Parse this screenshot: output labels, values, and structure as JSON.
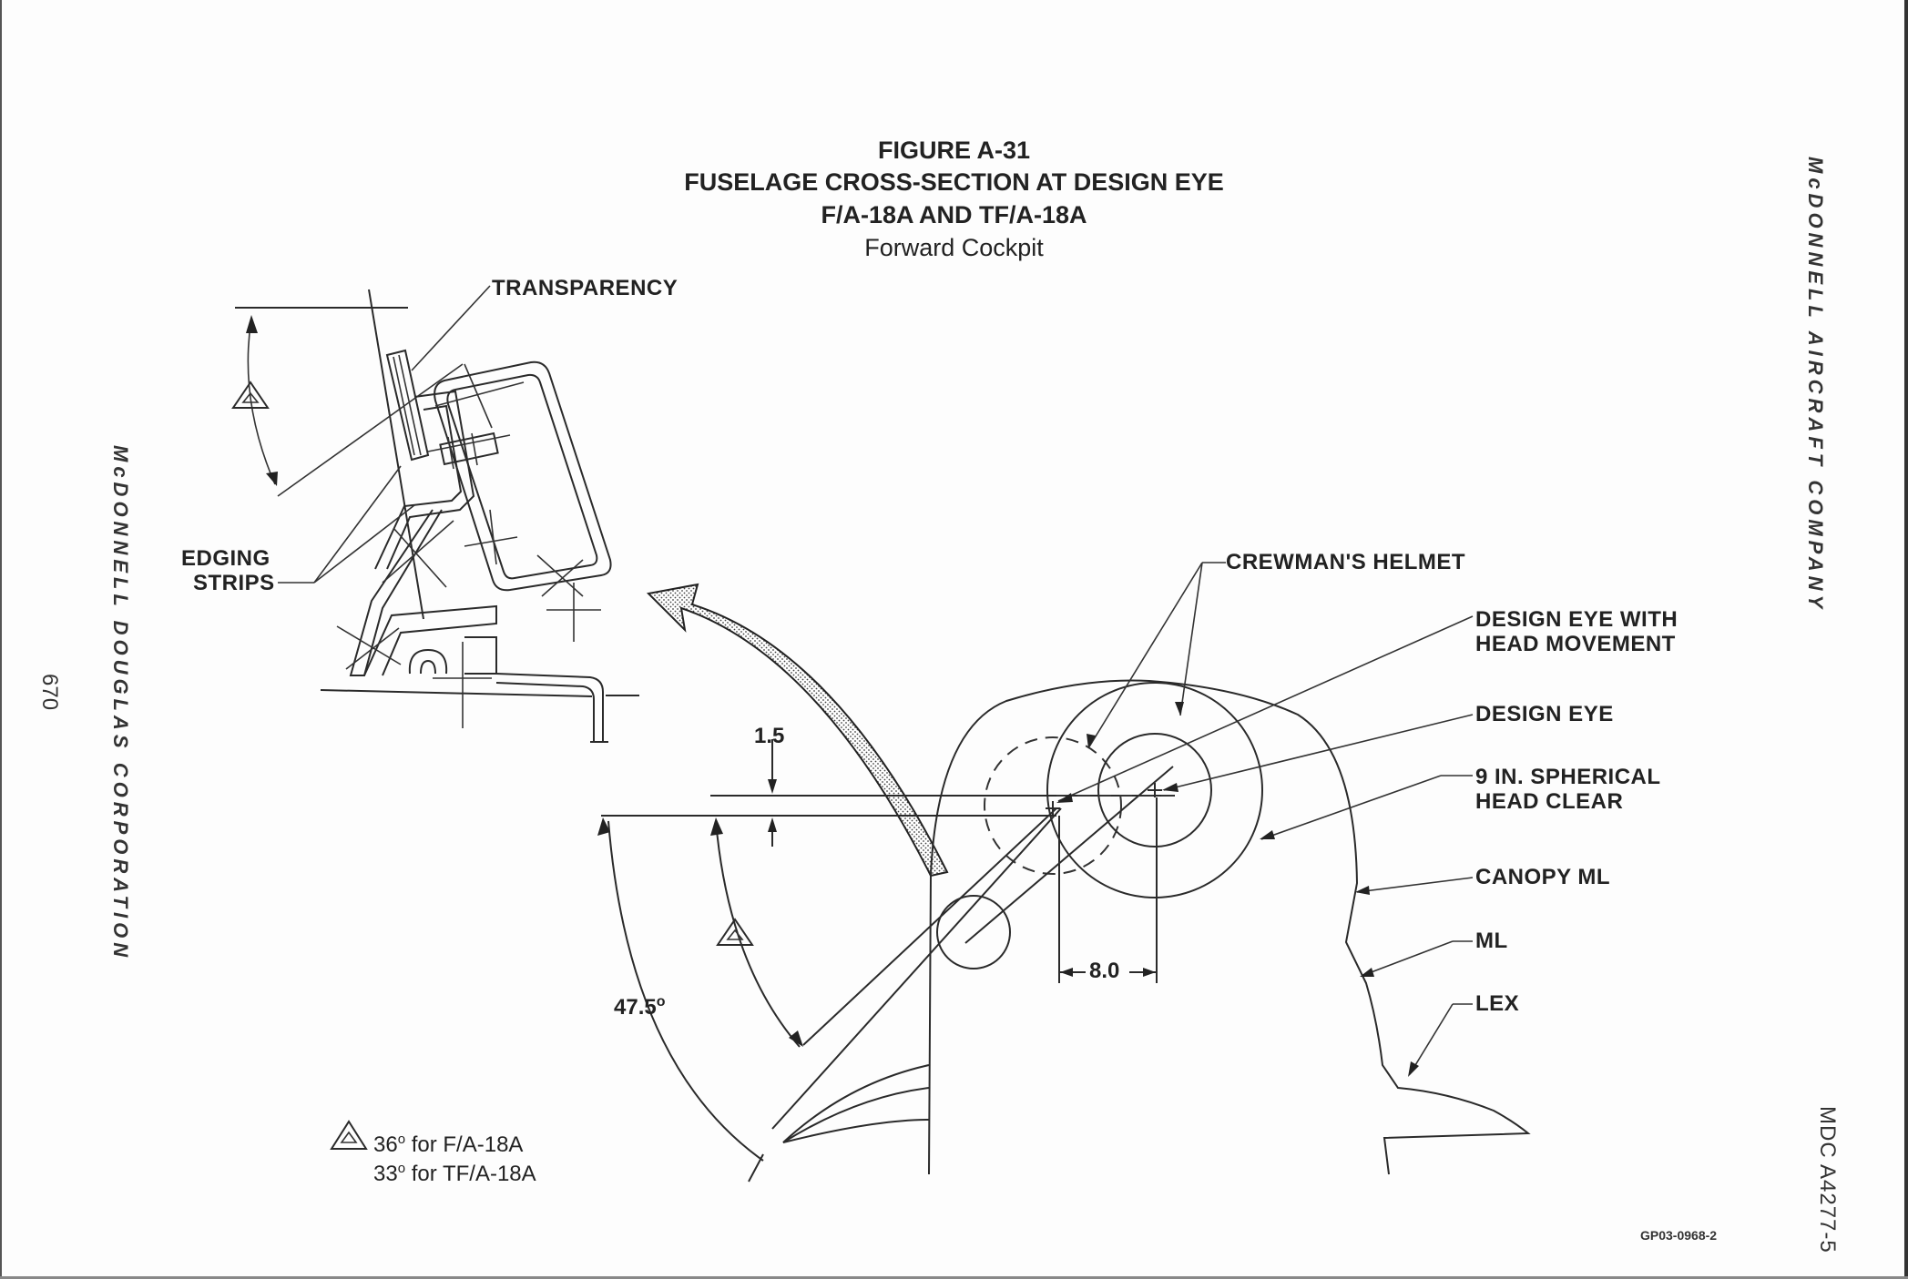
{
  "figure": {
    "number": "FIGURE A-31",
    "title": "FUSELAGE CROSS-SECTION AT DESIGN EYE",
    "aircraft": "F/A-18A AND TF/A-18A",
    "subtitle": "Forward Cockpit"
  },
  "labels": {
    "transparency": "TRANSPARENCY",
    "edging_line1": "EDGING",
    "edging_line2": "STRIPS",
    "crewmans_helmet": "CREWMAN'S HELMET",
    "design_eye_head_line1": "DESIGN EYE WITH",
    "design_eye_head_line2": "HEAD MOVEMENT",
    "design_eye": "DESIGN EYE",
    "head_clear_line1": "9 IN. SPHERICAL",
    "head_clear_line2": "HEAD CLEAR",
    "canopy_ml": "CANOPY ML",
    "ml": "ML",
    "lex": "LEX"
  },
  "dimensions": {
    "vertical_offset": "1.5",
    "horizontal_offset": "8.0",
    "angle": "47.5",
    "angle_unit": "o"
  },
  "legend": {
    "line1_value": "36",
    "line1_text": " for F/A-18A",
    "line2_value": "33",
    "line2_text": " for TF/A-18A",
    "degree_mark": "o"
  },
  "margins": {
    "left_company": "McDONNELL DOUGLAS CORPORATION",
    "right_company": "McDONNELL AIRCRAFT COMPANY",
    "page_number": "670",
    "document_number": "MDC A4277-5",
    "drawing_code": "GP03-0968-2"
  }
}
